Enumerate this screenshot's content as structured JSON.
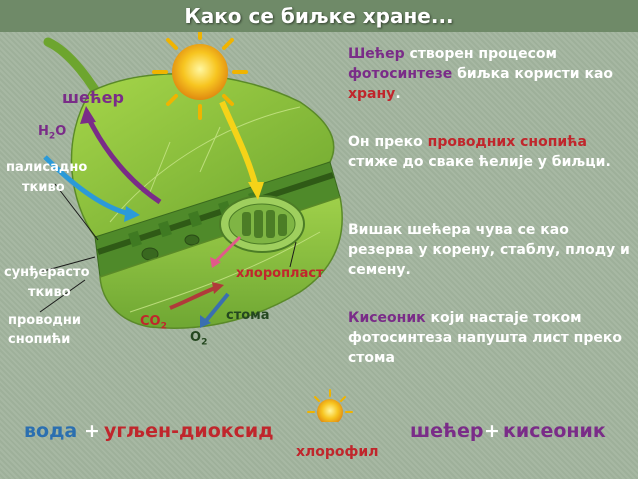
{
  "title": "Како се биљке хране...",
  "labels": {
    "sugar": "шећер",
    "water_base": "H",
    "water_sub": "2",
    "water_tail": "O",
    "palisade_1": "палисадно",
    "palisade_2": "ткиво",
    "spongy_1": "сунђерасто",
    "spongy_2": "ткиво",
    "vascular_1": "проводни",
    "vascular_2": "снопићи",
    "co2_base": "CO",
    "co2_sub": "2",
    "o2_base": "O",
    "o2_sub": "2",
    "stoma": "стома",
    "chloroplast": "хлоропласт"
  },
  "paragraphs": {
    "p1": {
      "w1": "Шећер",
      "t1": " створен процесом ",
      "w2": "фотосинтезе",
      "t2": " биљка користи као ",
      "w3": "храну",
      "t3": "."
    },
    "p2": {
      "t1": "Он преко ",
      "w1": "проводних снопића",
      "t2": " стиже до сваке ћелије у биљци."
    },
    "p3": {
      "t1": "Вишак шећера чува се као резерва у корену, стаблу, плоду и семену."
    },
    "p4": {
      "w1": "Кисеоник",
      "t1": " који настаје током фотосинтеза напушта лист преко стома"
    }
  },
  "equation": {
    "water": "вода",
    "plus1": "+",
    "co2": "угљен-диоксид",
    "catalyst": "хлорофил",
    "sugar": "шећер",
    "plus2": "+",
    "oxygen": "кисеоник"
  },
  "colors": {
    "header": "#6f8a68",
    "purple": "#7a2c88",
    "red": "#c0262c",
    "blue": "#2b6fb0",
    "leaf": "#8ec63f",
    "sun": "#f5c518"
  },
  "icons": [
    "sun-icon",
    "leaf-illustration",
    "chloroplast-icon"
  ]
}
